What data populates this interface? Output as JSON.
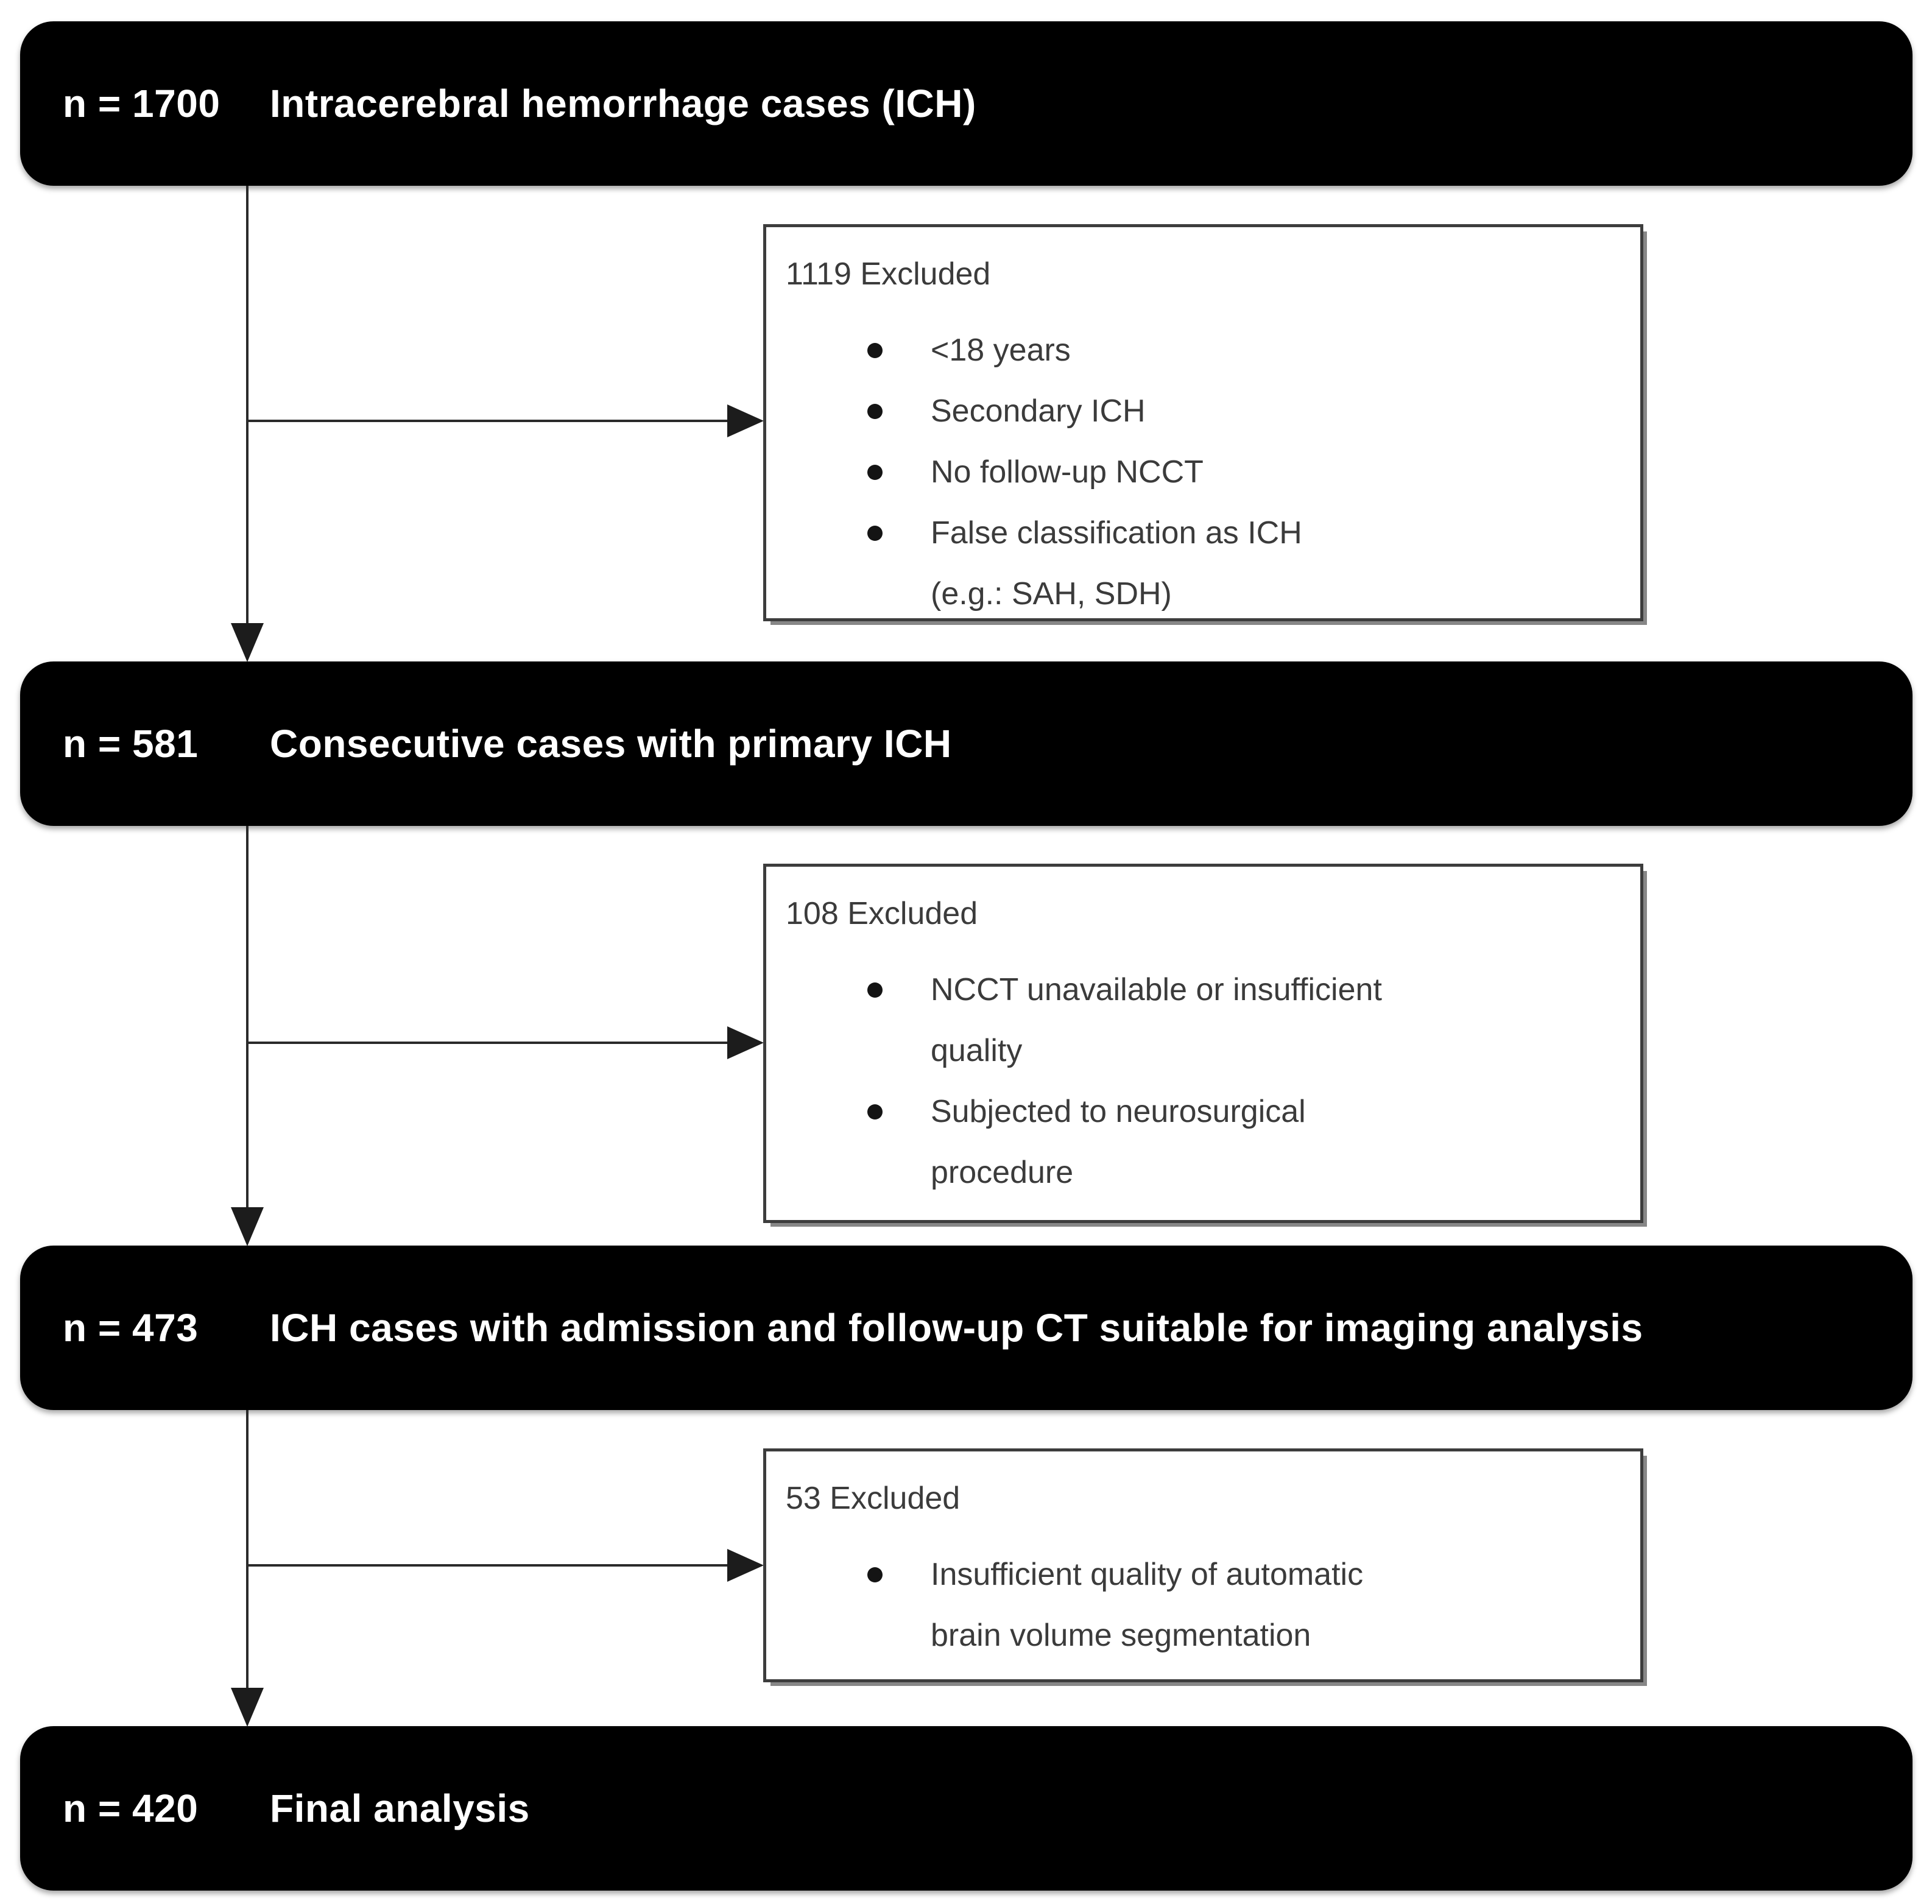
{
  "diagram": {
    "type": "patient-flow-diagram",
    "stages": [
      {
        "n_label": "n = 1700",
        "label": "Intracerebral hemorrhage cases (ICH)"
      },
      {
        "n_label": "n = 581",
        "label": "Consecutive cases with primary ICH"
      },
      {
        "n_label": "n = 473",
        "label": "ICH cases with admission and follow-up CT suitable for imaging analysis"
      },
      {
        "n_label": "n = 420",
        "label": "Final analysis"
      }
    ],
    "exclusions": [
      {
        "header": "1119 Excluded",
        "items": [
          "<18 years",
          "Secondary ICH",
          "No follow-up NCCT",
          "False classification as ICH\n(e.g.: SAH, SDH)"
        ]
      },
      {
        "header": "108 Excluded",
        "items": [
          "NCCT unavailable or insufficient\nquality",
          "Subjected to neurosurgical\nprocedure"
        ]
      },
      {
        "header": "53 Excluded",
        "items": [
          "Insufficient quality of automatic\nbrain volume segmentation"
        ]
      }
    ],
    "colors": {
      "stage_background": "#000000",
      "stage_text": "#ffffff",
      "exclusion_border": "#3d3d3d",
      "exclusion_text": "#3b3b3b",
      "connector_line": "#2a2a2a",
      "page_background": "#ffffff"
    }
  }
}
